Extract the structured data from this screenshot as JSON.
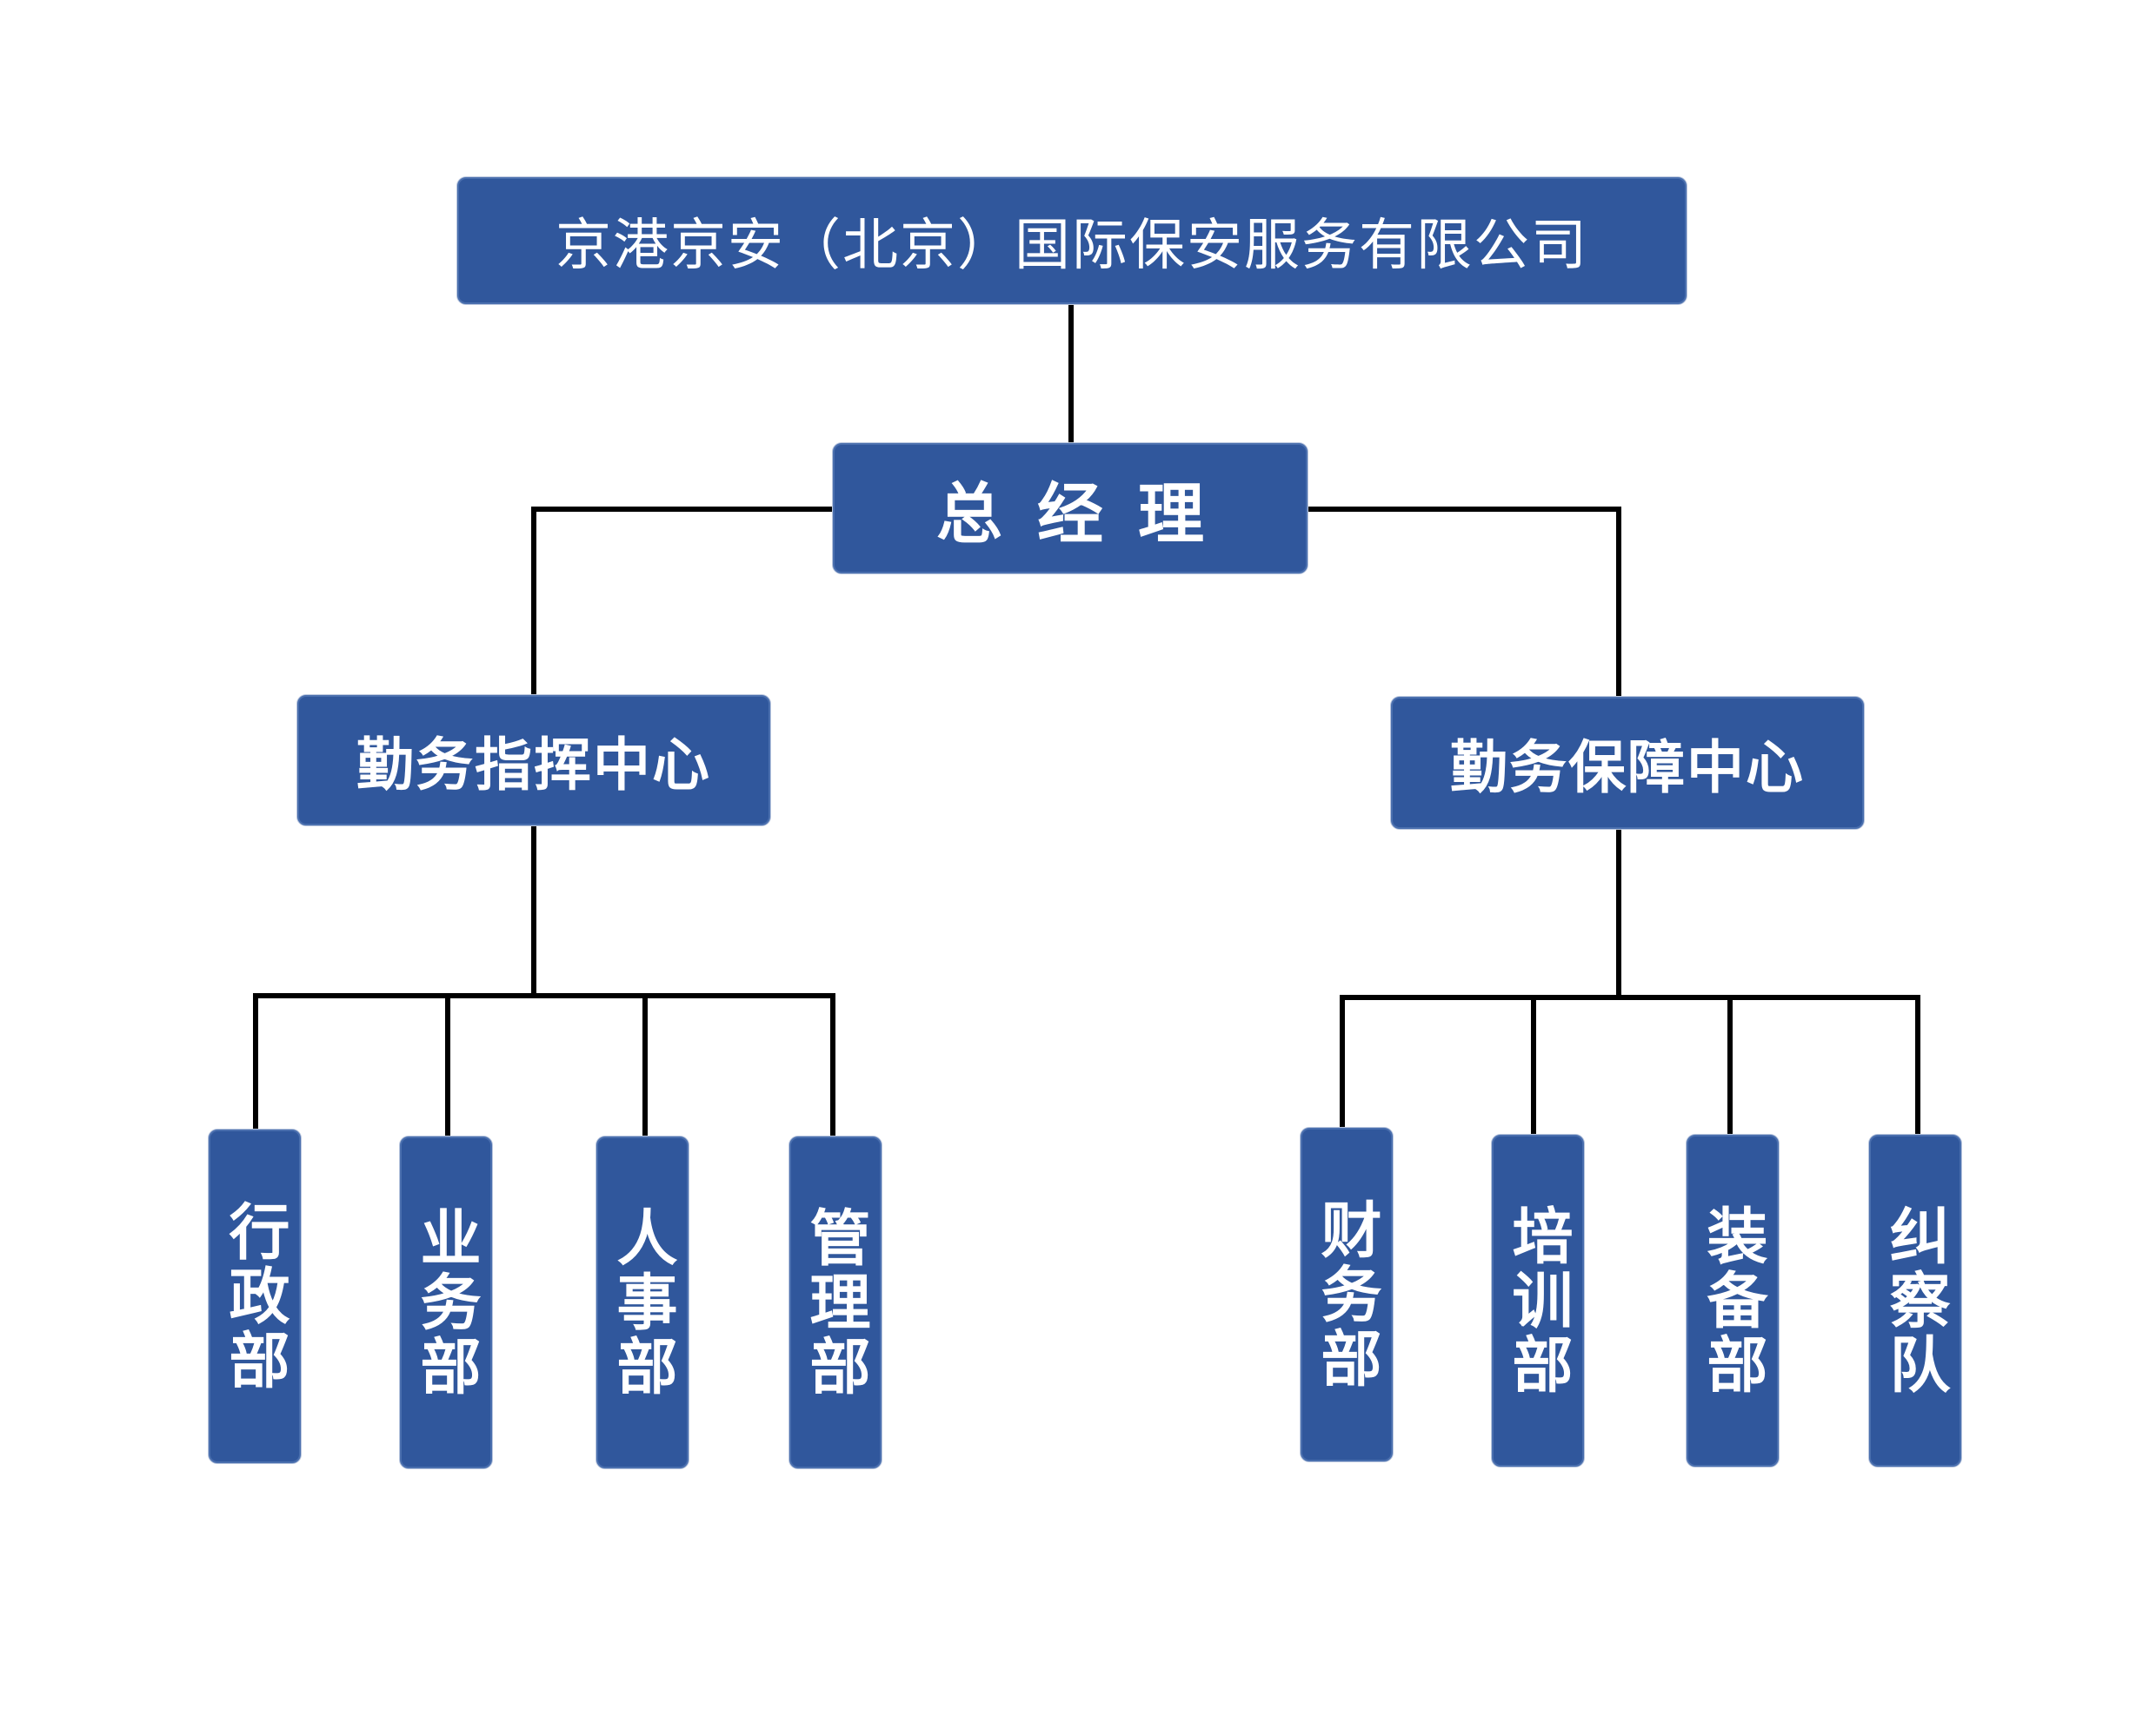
{
  "chart": {
    "company": "京港京安（北京）国际保安服务有限公司",
    "general_manager": "总经理",
    "centers": {
      "left": "勤务指挥中心",
      "right": "勤务保障中心"
    },
    "left_departments": [
      "行政部",
      "业务部",
      "人事部",
      "管理部"
    ],
    "right_departments": [
      "财务部",
      "培训部",
      "装备部",
      "纠察队"
    ]
  },
  "colors": {
    "node_fill": "#30579c",
    "node_text": "#ffffff",
    "connector": "#000000"
  }
}
